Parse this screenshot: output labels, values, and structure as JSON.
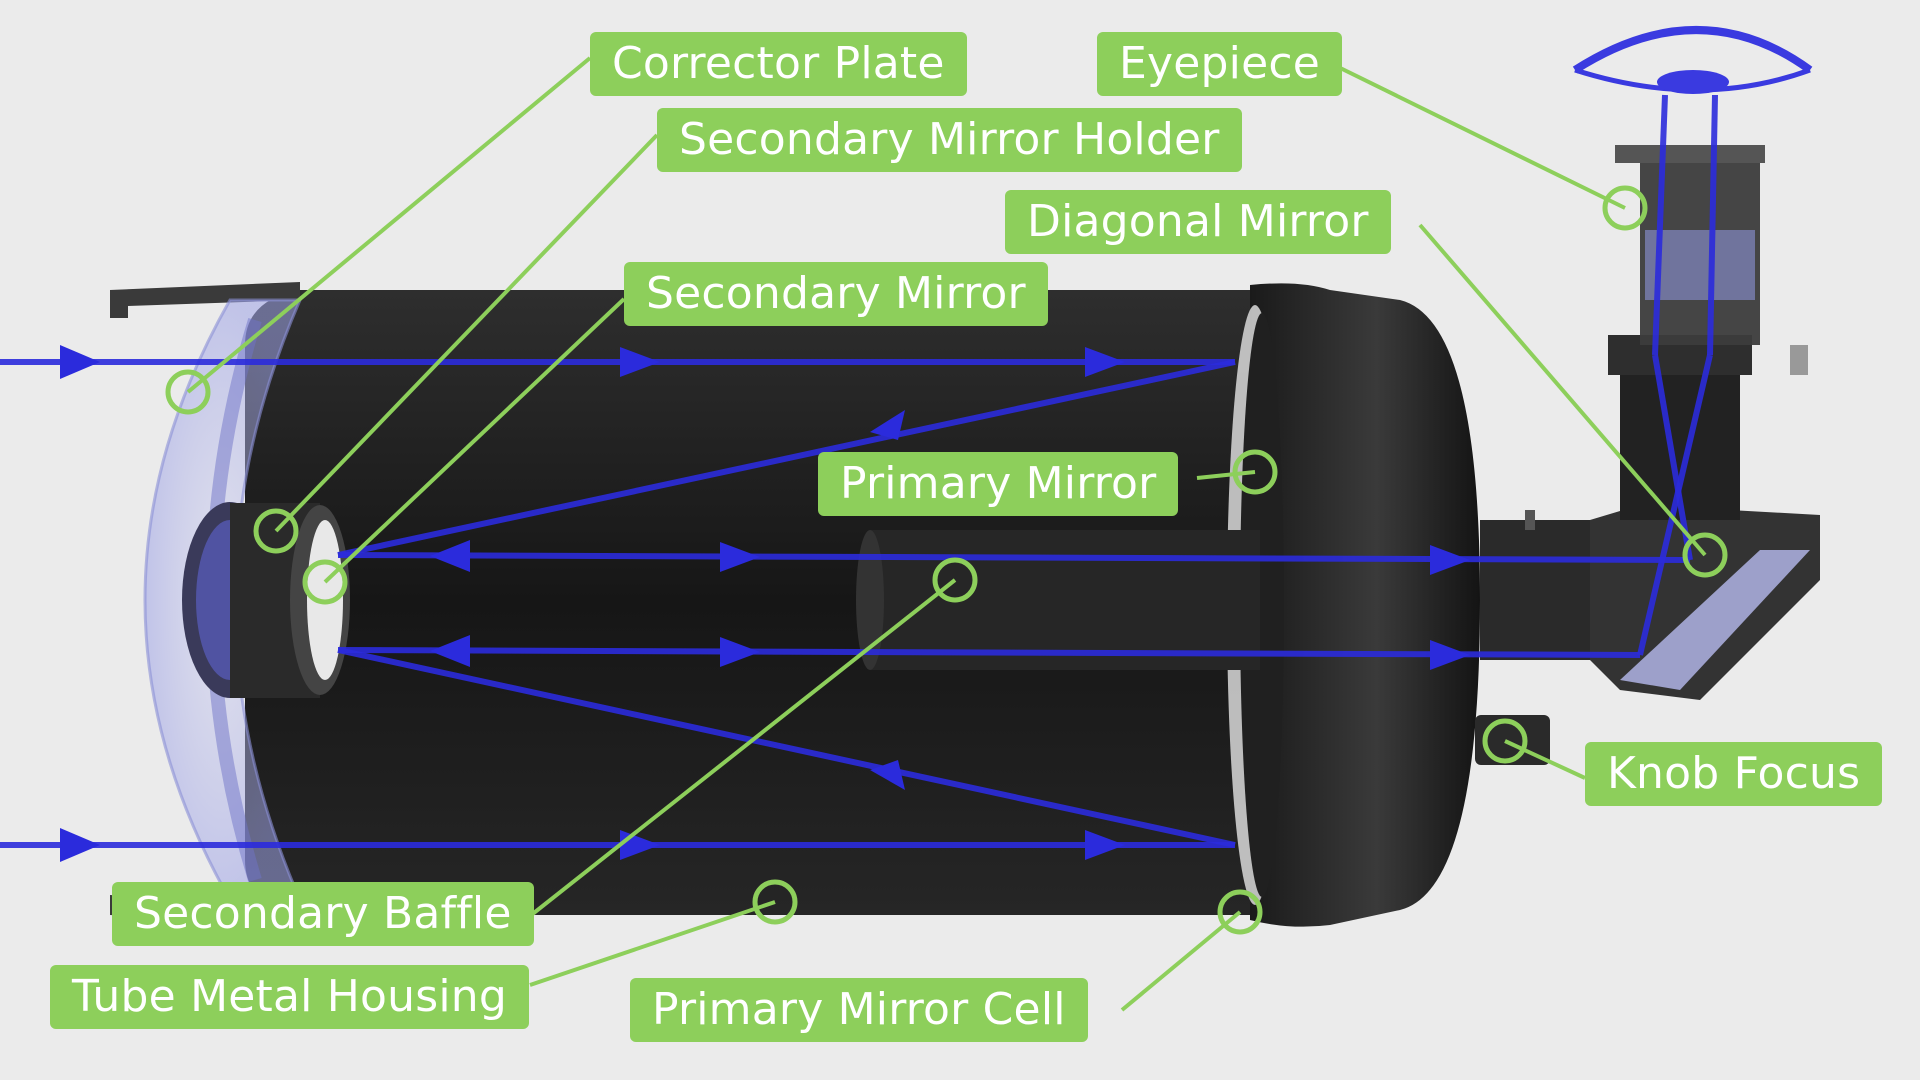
{
  "colors": {
    "background": "#ebebeb",
    "callout_fill": "#8dcf5b",
    "callout_text": "#ffffff",
    "leader_line": "#8dcf5b",
    "light_ray": "#2b2bdc",
    "tube_body": "#1c1c1c"
  },
  "labels": {
    "corrector_plate": "Corrector Plate",
    "secondary_mirror_holder": "Secondary Mirror Holder",
    "secondary_mirror": "Secondary Mirror",
    "primary_mirror": "Primary Mirror",
    "eyepiece": "Eyepiece",
    "diagonal_mirror": "Diagonal Mirror",
    "knob_focus": "Knob Focus",
    "secondary_baffle": "Secondary Baffle",
    "tube_metal_housing": "Tube Metal Housing",
    "primary_mirror_cell": "Primary Mirror Cell"
  }
}
